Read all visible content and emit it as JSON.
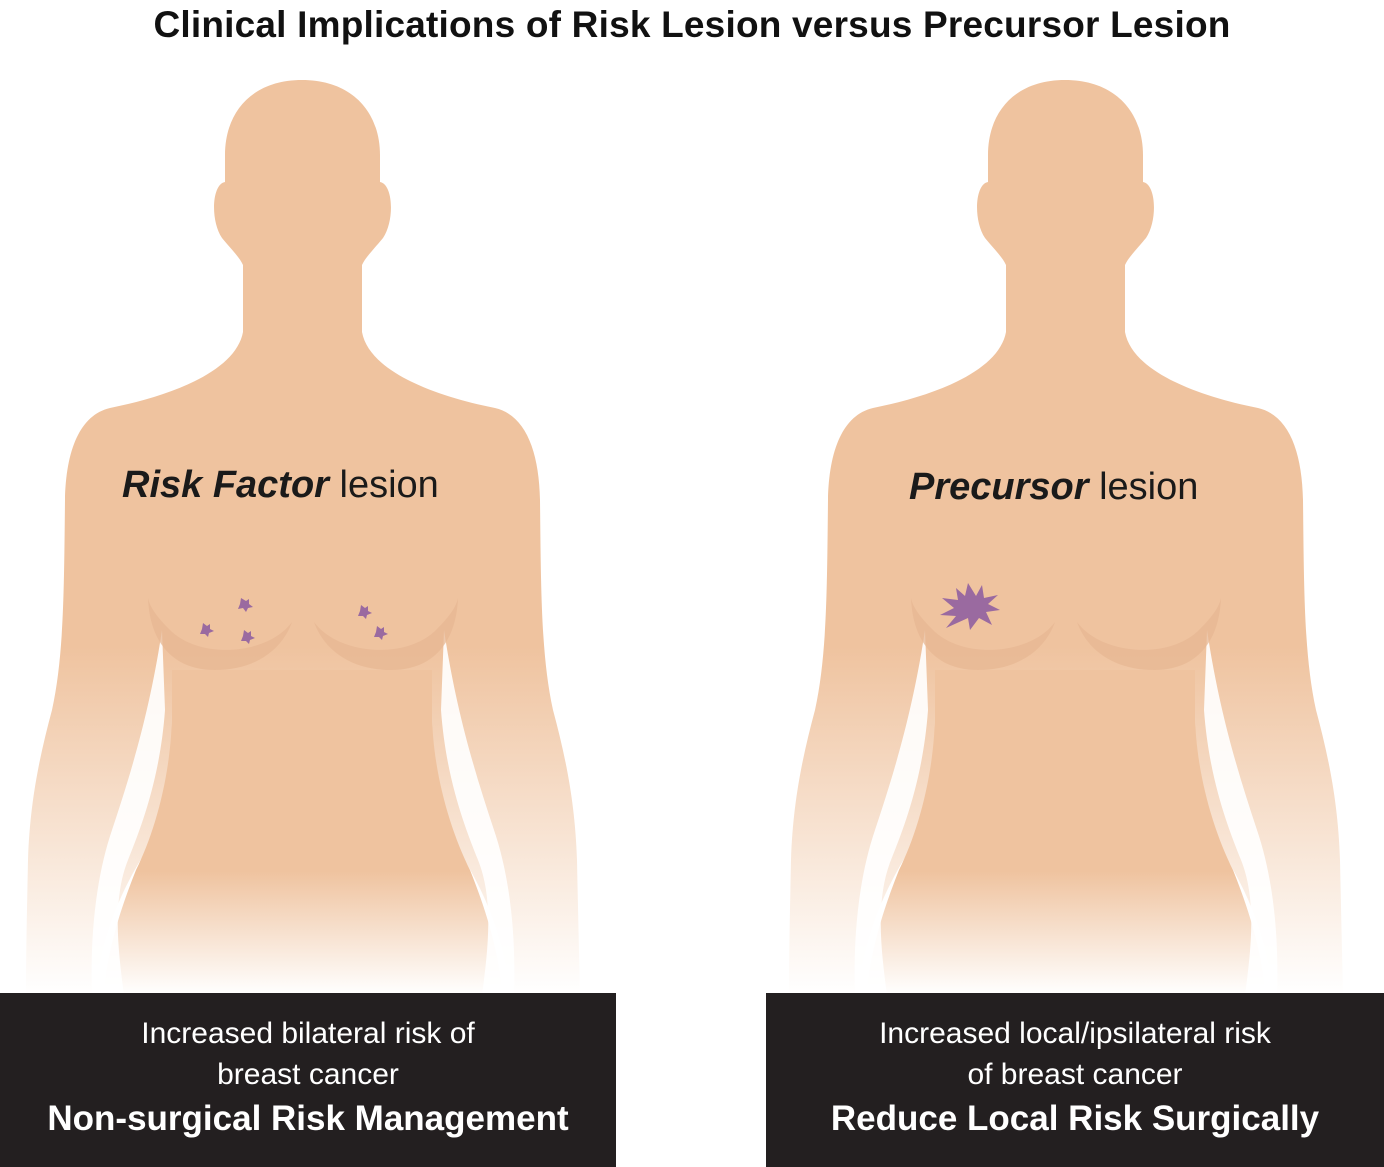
{
  "title": "Clinical Implications of Risk Lesion versus Precursor Lesion",
  "colors": {
    "skin": "#efc39f",
    "lesion": "#9a6aa0",
    "panel_bg": "#231f20",
    "panel_text": "#ffffff"
  },
  "figures": [
    {
      "label_emphasis": "Risk Factor",
      "label_rest": " lesion",
      "lesion_icon": "scattered-small-lesions-icon",
      "description": "Increased bilateral risk of breast cancer",
      "action": "Non-surgical Risk Management"
    },
    {
      "label_emphasis": "Precursor",
      "label_rest": " lesion",
      "lesion_icon": "single-star-lesion-icon",
      "description": "Increased local/ipsilateral risk of breast cancer",
      "action": "Reduce Local Risk Surgically"
    }
  ]
}
